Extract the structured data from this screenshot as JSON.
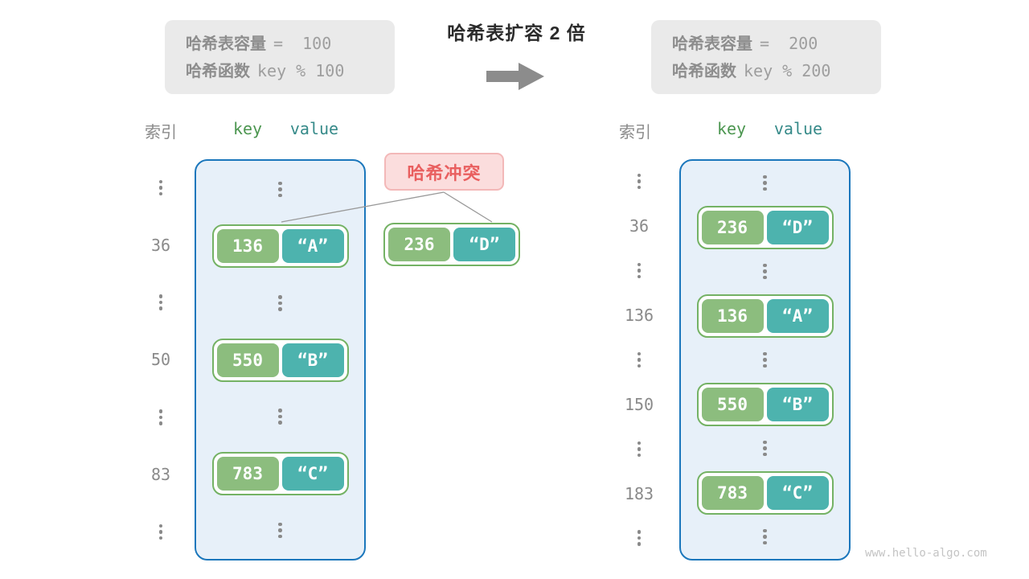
{
  "header": {
    "title": "哈希表扩容 2 倍",
    "before_box": {
      "capacity_label": "哈希表容量",
      "capacity_value": "=  100",
      "hash_label": "哈希函数",
      "hash_value": "key % 100"
    },
    "after_box": {
      "capacity_label": "哈希表容量",
      "capacity_value": "=  200",
      "hash_label": "哈希函数",
      "hash_value": "key % 200"
    }
  },
  "columns": {
    "index_label": "索引",
    "key_label": "key",
    "value_label": "value"
  },
  "collision": {
    "label": "哈希冲突",
    "cell": {
      "key": "236",
      "value": "“D”"
    }
  },
  "left_table": {
    "rows": [
      {
        "type": "dots"
      },
      {
        "type": "cell",
        "index": "36",
        "key": "136",
        "value": "“A”"
      },
      {
        "type": "dots"
      },
      {
        "type": "cell",
        "index": "50",
        "key": "550",
        "value": "“B”"
      },
      {
        "type": "dots"
      },
      {
        "type": "cell",
        "index": "83",
        "key": "783",
        "value": "“C”"
      },
      {
        "type": "dots"
      }
    ]
  },
  "right_table": {
    "rows": [
      {
        "type": "dots"
      },
      {
        "type": "cell",
        "index": "36",
        "key": "236",
        "value": "“D”"
      },
      {
        "type": "dots"
      },
      {
        "type": "cell",
        "index": "136",
        "key": "136",
        "value": "“A”"
      },
      {
        "type": "dots"
      },
      {
        "type": "cell",
        "index": "150",
        "key": "550",
        "value": "“B”"
      },
      {
        "type": "dots"
      },
      {
        "type": "cell",
        "index": "183",
        "key": "783",
        "value": "“C”"
      },
      {
        "type": "dots"
      }
    ]
  },
  "watermark": "www.hello-algo.com",
  "colors": {
    "key_fill": "#8cbd7e",
    "value_fill": "#4db3ae",
    "cell_border": "#74b264",
    "bucket_bg": "#e7f0f9",
    "bucket_border": "#1b77bc",
    "collision_bg": "#fbdddd",
    "collision_border": "#f3b8b8",
    "collision_text": "#e95f5f",
    "info_box_bg": "#eaeaea",
    "gray_text": "#8a8a8a",
    "header_key_green": "#4c9650",
    "header_value_teal": "#368a89",
    "arrow_gray": "#8c8c8c"
  }
}
